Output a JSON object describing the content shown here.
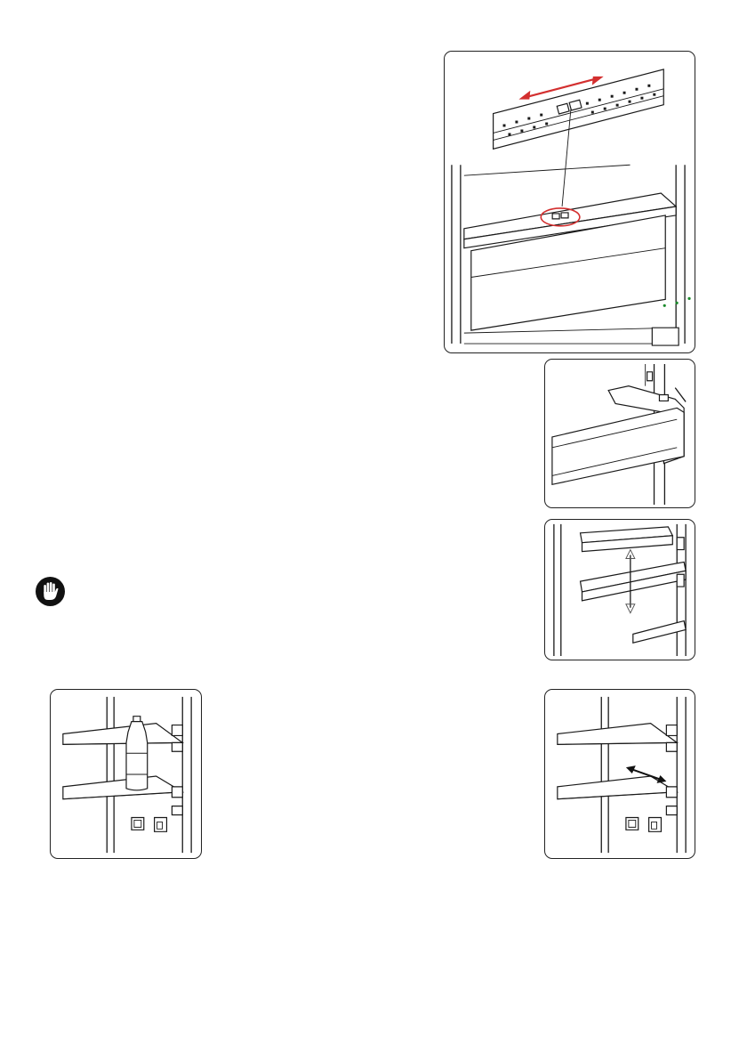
{
  "colors": {
    "line": "#1a1a1a",
    "accent_red": "#d32f2f",
    "accent_green": "#1a8a2a",
    "background": "#ffffff"
  },
  "figures": [
    {
      "id": "drawer-humidity-slider",
      "icon": "drawer-slider-figure"
    },
    {
      "id": "door-bin",
      "icon": "door-bin-figure"
    },
    {
      "id": "door-bin-height-adjust",
      "icon": "bin-adjust-figure"
    },
    {
      "id": "glass-shelf-with-bottle",
      "icon": "shelf-bottle-figure"
    },
    {
      "id": "glass-shelf-slide",
      "icon": "shelf-slide-figure"
    }
  ],
  "warning": {
    "icon": "stop-hand-icon"
  }
}
